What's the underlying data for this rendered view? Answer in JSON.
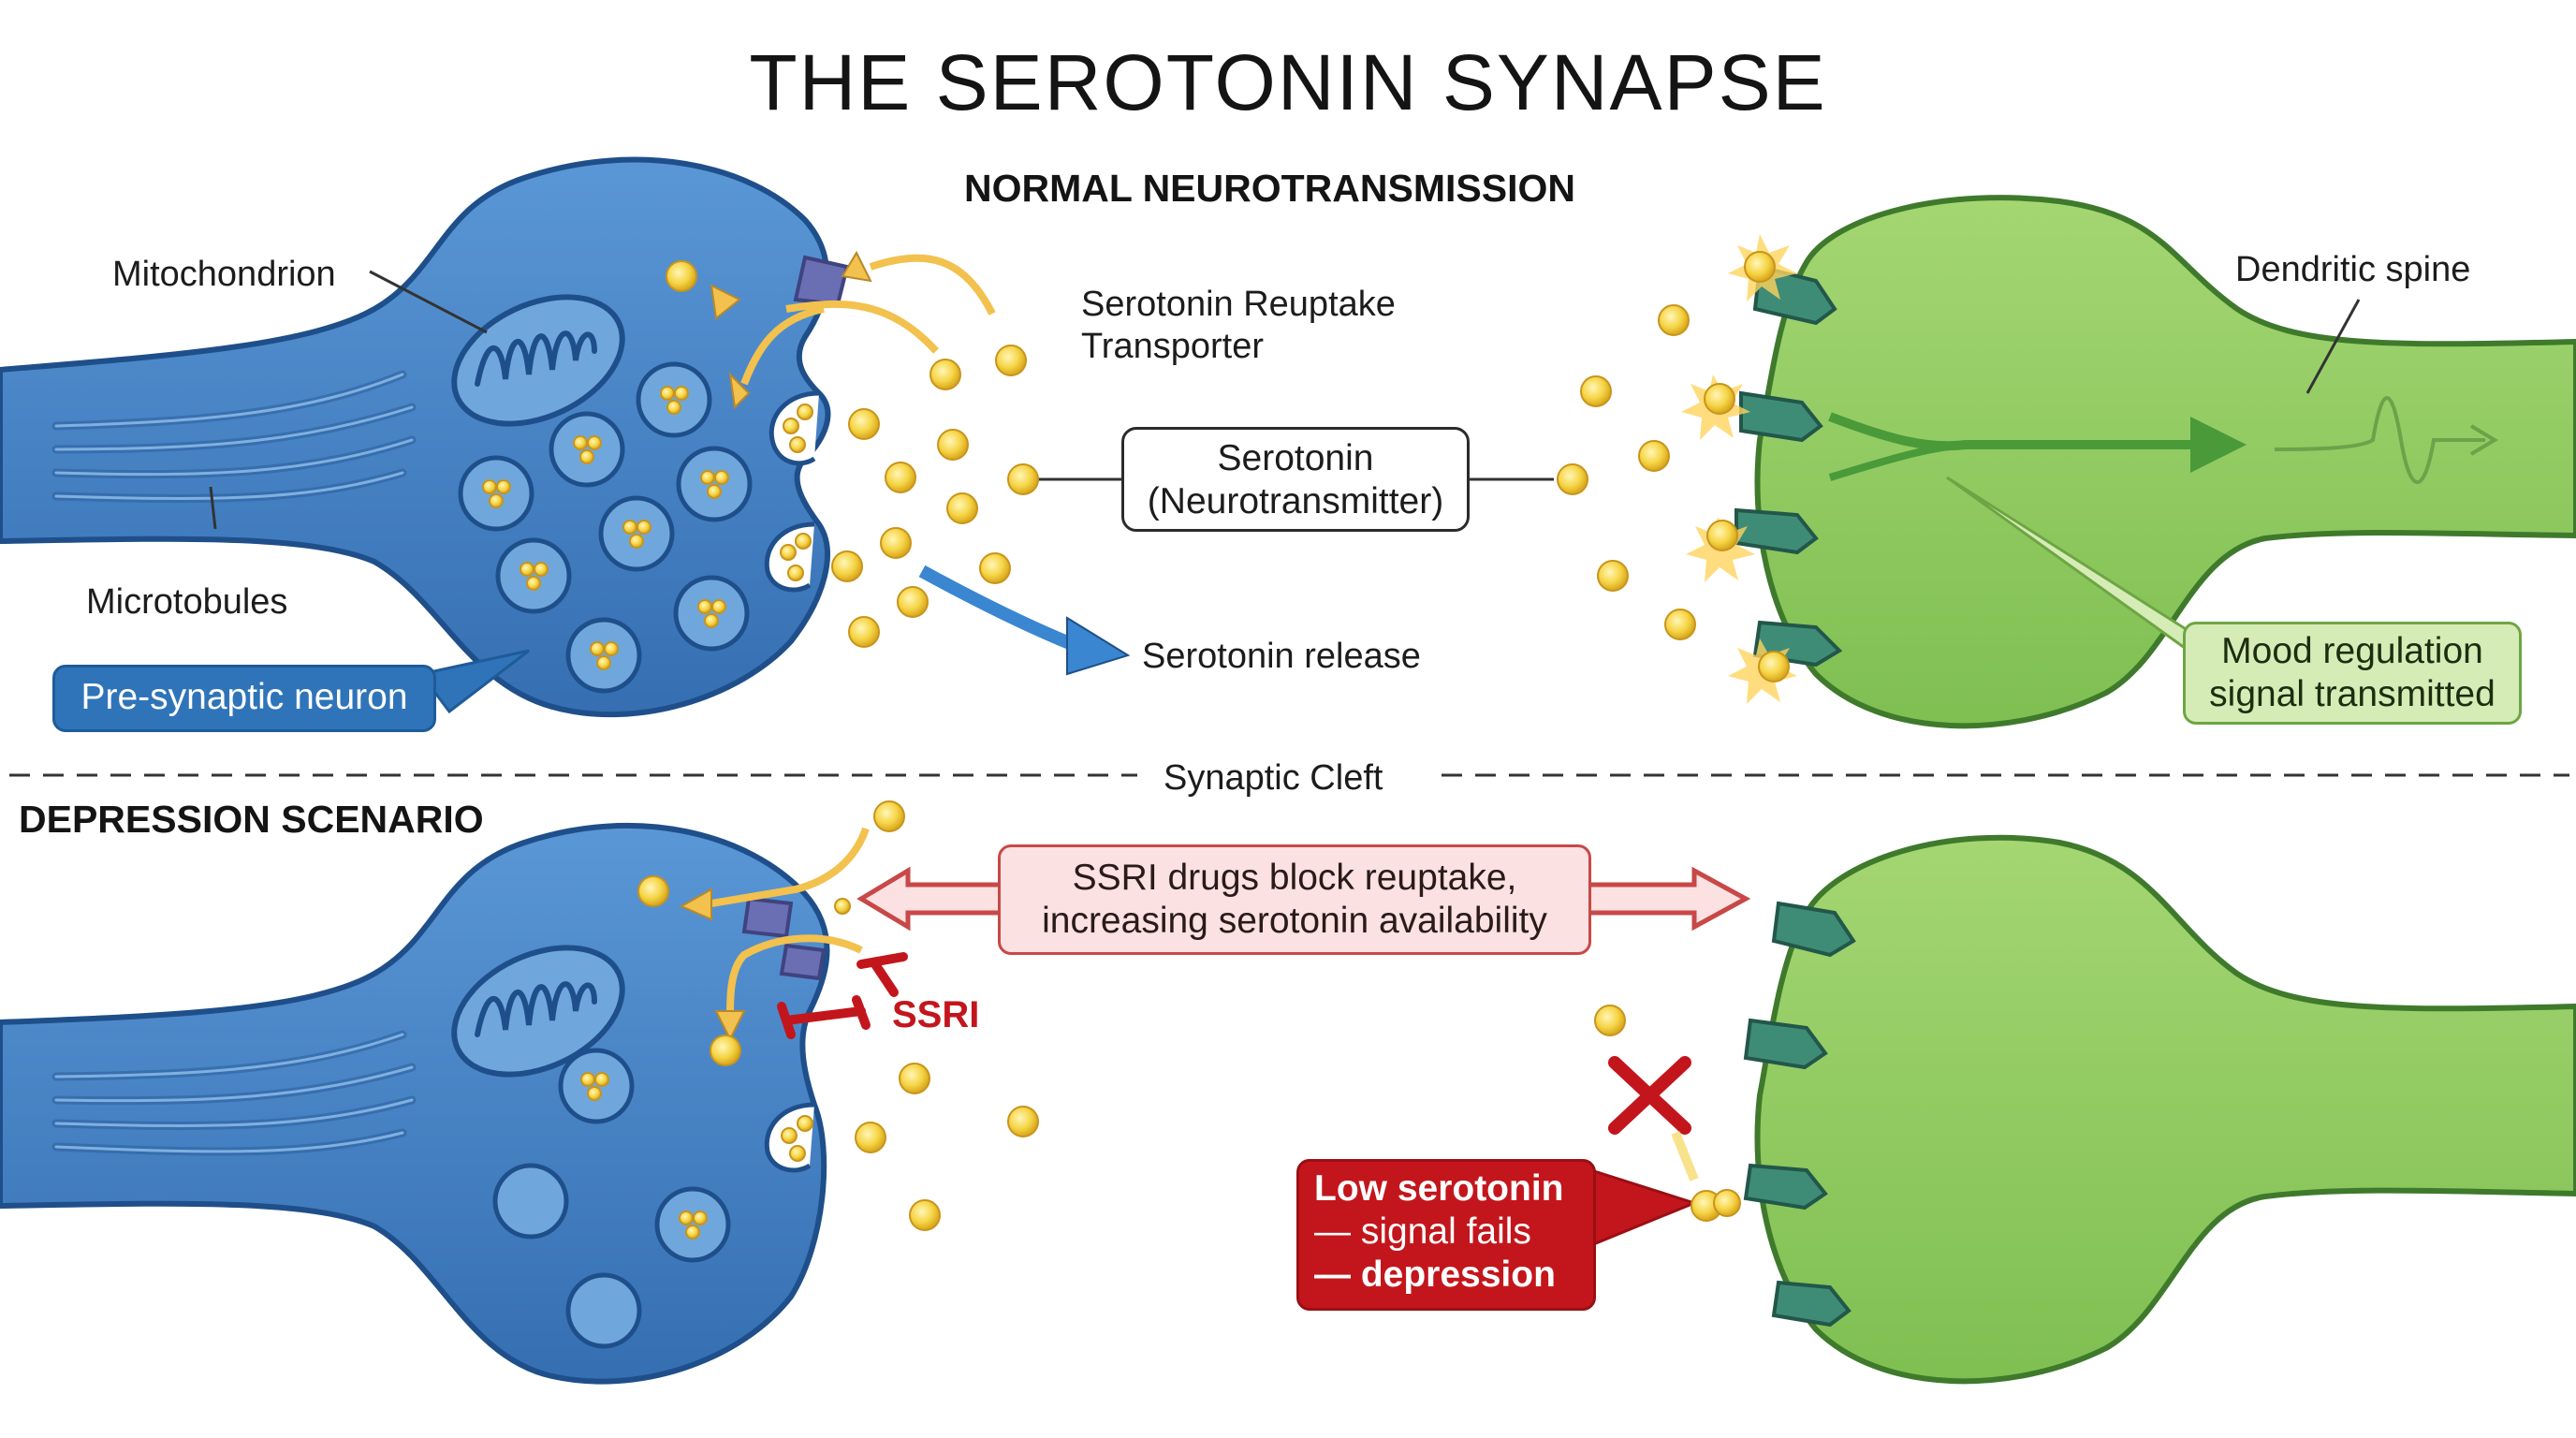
{
  "title": "THE SEROTONIN SYNAPSE",
  "sections": {
    "normal": "NORMAL NEUROTRANSMISSION",
    "depression": "DEPRESSION SCENARIO",
    "cleft": "Synaptic Cleft"
  },
  "labels": {
    "mitochondrion": "Mitochondrion",
    "microtubules": "Microtobules",
    "reuptake_line1": "Serotonin Reuptake",
    "reuptake_line2": "Transporter",
    "serotonin_line1": "Serotonin",
    "serotonin_line2": "(Neurotransmitter)",
    "release": "Serotonin release",
    "presynaptic": "Pre-synaptic neuron",
    "dendritic_spine": "Dendritic spine",
    "mood_line1": "Mood regulation",
    "mood_line2": "signal transmitted",
    "ssri_line1": "SSRI drugs block reuptake,",
    "ssri_line2": "increasing serotonin availability",
    "ssri": "SSRI",
    "low_line1": "Low serotonin",
    "low_line2": "— signal fails",
    "low_line3": "— depression"
  },
  "colors": {
    "presynaptic_fill": "#3f7fc4",
    "presynaptic_dark": "#1f4f8a",
    "postsynaptic_fill": "#8fca5e",
    "postsynaptic_dark": "#3f7a2c",
    "serotonin": "#f4d03f",
    "reuptake_arrow": "#f2c14e",
    "release_arrow": "#3a86d1",
    "blocker": "#c3161c"
  }
}
